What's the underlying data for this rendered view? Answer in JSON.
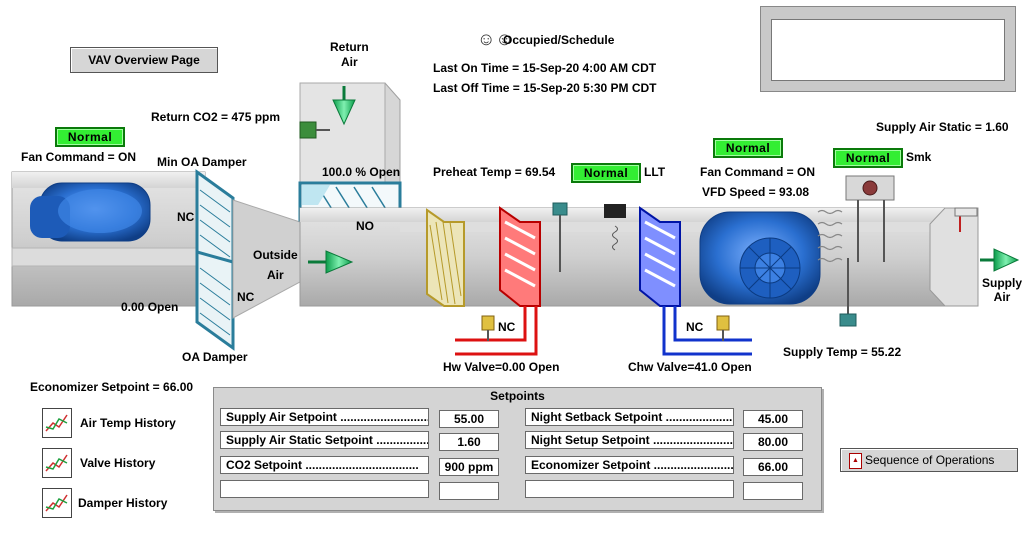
{
  "nav": {
    "overview_button": "VAV Overview Page",
    "sequence_button": "Sequence of Operations"
  },
  "occupancy": {
    "status": "Occupied/Schedule",
    "last_on": "Last On Time = 15-Sep-20 4:00 AM CDT",
    "last_off": "Last Off Time = 15-Sep-20 5:30 PM CDT"
  },
  "return_fan": {
    "status": "Normal",
    "command": "Fan Command = ON"
  },
  "return_co2": "Return CO2 = 475 ppm",
  "return_air_label": "Return\nAir",
  "return_damper": {
    "position": "100.0 % Open",
    "state": "NO"
  },
  "min_oa_damper": {
    "label": "Min OA Damper",
    "state": "NC"
  },
  "oa_damper": {
    "label": "OA Damper",
    "state": "NC",
    "position": "0.00 Open"
  },
  "outside_air_label": "Outside\nAir",
  "preheat_temp": "Preheat Temp = 69.54",
  "llt": {
    "status": "Normal",
    "label": "LLT"
  },
  "supply_fan": {
    "status": "Normal",
    "command": "Fan Command = ON",
    "vfd_speed": "VFD Speed = 93.08"
  },
  "smoke": {
    "status": "Normal",
    "label": "Smk"
  },
  "supply_air_static": "Supply Air Static = 1.60",
  "supply_air_label": "Supply\nAir",
  "supply_temp": "Supply Temp = 55.22",
  "hw_valve": {
    "state": "NC",
    "position": "Hw Valve=0.00 Open"
  },
  "chw_valve": {
    "state": "NC",
    "position": "Chw Valve=41.0 Open"
  },
  "economizer_setpoint": "Economizer Setpoint = 66.00",
  "history_links": [
    "Air Temp History",
    "Valve History",
    "Damper History"
  ],
  "setpoints": {
    "title": "Setpoints",
    "left": [
      {
        "name": "Supply Air Setpoint ..............................",
        "value": "55.00"
      },
      {
        "name": "Supply Air Static Setpoint .................",
        "value": "1.60"
      },
      {
        "name": "CO2 Setpoint ..................................",
        "value": "900 ppm"
      },
      {
        "name": "",
        "value": ""
      }
    ],
    "right": [
      {
        "name": "Night Setback Setpoint ........................",
        "value": "45.00"
      },
      {
        "name": "Night Setup Setpoint ..........................",
        "value": "80.00"
      },
      {
        "name": "Economizer Setpoint ..........................",
        "value": "66.00"
      },
      {
        "name": "",
        "value": ""
      }
    ]
  },
  "colors": {
    "normal_green": "#33ee33",
    "hot_water": "#dd1111",
    "chilled_water": "#1133cc",
    "duct": "#c8c8c8",
    "fan_blue": "#2a6fd0"
  }
}
